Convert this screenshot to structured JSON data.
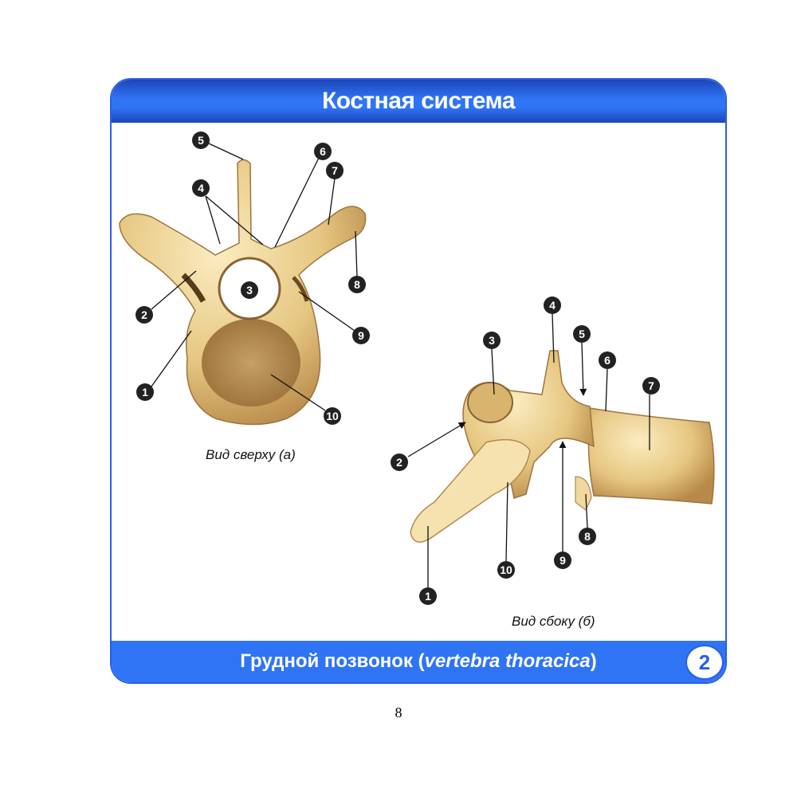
{
  "header": {
    "title": "Костная система"
  },
  "footer": {
    "title_ru": "Грудной позвонок (",
    "title_latin": "vertebra thoracica",
    "title_close": ")",
    "card_number": "2"
  },
  "figure_top": {
    "caption": "Вид сверху (а)",
    "markers": [
      "1",
      "2",
      "3",
      "4",
      "5",
      "6",
      "7",
      "8",
      "9",
      "10"
    ]
  },
  "figure_side": {
    "caption": "Вид сбоку (б)",
    "markers": [
      "1",
      "2",
      "3",
      "4",
      "5",
      "6",
      "7",
      "8",
      "9",
      "10"
    ]
  },
  "page_number": "8",
  "colors": {
    "accent": "#2f74f5",
    "bone": "#e9cf8e",
    "marker": "#222222"
  }
}
